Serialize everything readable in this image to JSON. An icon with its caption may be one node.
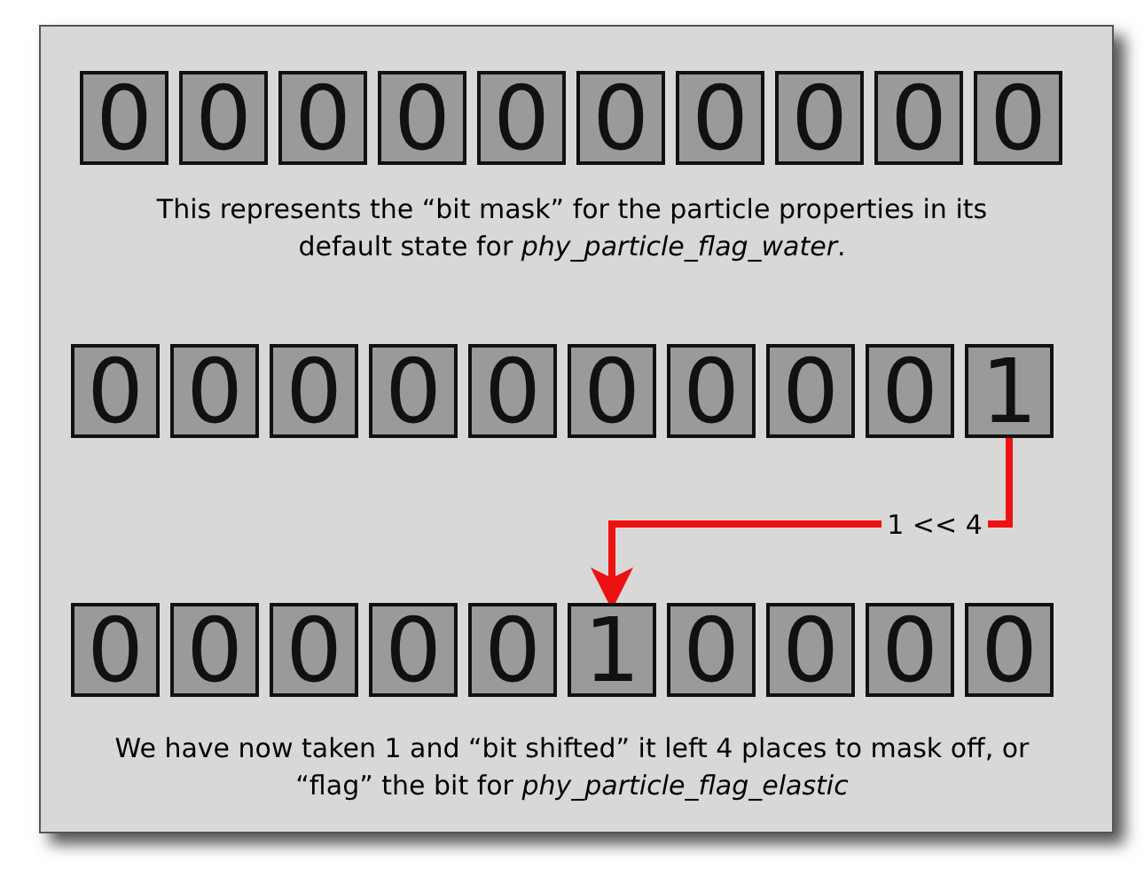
{
  "diagram": {
    "nodes": [
      {
        "text": [
          "0"
        ]
      },
      {
        "text": [
          "0"
        ]
      },
      {
        "text": [
          "0"
        ]
      },
      {
        "text": [
          "0"
        ]
      },
      {
        "text": [
          "0"
        ]
      },
      {
        "text": [
          "0"
        ]
      },
      {
        "text": [
          "0"
        ]
      },
      {
        "text": [
          "0"
        ]
      },
      {
        "text": [
          "0"
        ]
      },
      {
        "text": [
          "0"
        ]
      },
      {
        "text": [
          "0"
        ]
      },
      {
        "text": [
          "0"
        ]
      },
      {
        "text": [
          "0"
        ]
      },
      {
        "text": [
          "0"
        ]
      },
      {
        "text": [
          "0"
        ]
      },
      {
        "text": [
          "0"
        ]
      },
      {
        "text": [
          "0"
        ]
      },
      {
        "text": [
          "0"
        ]
      },
      {
        "text": [
          "0"
        ]
      },
      {
        "text": [
          "1"
        ]
      },
      {
        "text": [
          "0"
        ]
      },
      {
        "text": [
          "0"
        ]
      },
      {
        "text": [
          "0"
        ]
      },
      {
        "text": [
          "0"
        ]
      },
      {
        "text": [
          "0"
        ]
      },
      {
        "text": [
          "1"
        ]
      },
      {
        "text": [
          "0"
        ]
      },
      {
        "text": [
          "0"
        ]
      },
      {
        "text": [
          "0"
        ]
      },
      {
        "text": [
          "0"
        ]
      }
    ],
    "edges": [
      {
        "from": 19,
        "to": 25,
        "arrow": "to",
        "label": "1 << 4",
        "color": "#ee1111"
      }
    ],
    "labels": [
      "This represents the “bit mask” for the particle properties in its default state for *phy_particle_flag_water*.",
      "We have now taken 1 and “bit shifted” it left 4 places to mask off, or “flag” the bit for *phy_particle_flag_elastic*"
    ]
  }
}
